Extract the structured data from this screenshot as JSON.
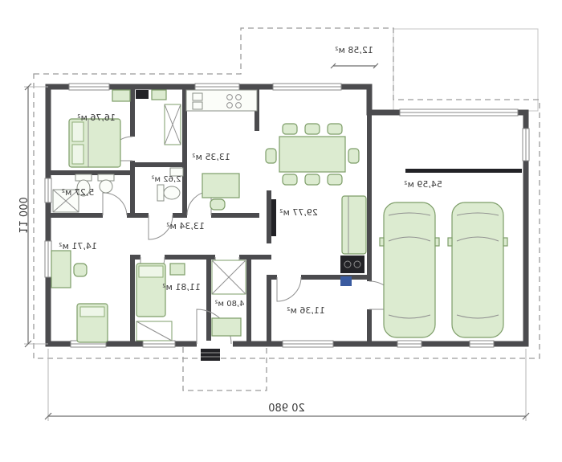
{
  "plan": {
    "kind": "house-floor-plan",
    "colors": {
      "wall": "#4b4b4e",
      "furniture_fill": "#dcebd0",
      "furniture_stroke": "#7d9d68",
      "equipment_blue": "#3a5ba0"
    },
    "rooms": [
      {
        "id": "bedroom-1",
        "label": "16,76 м²"
      },
      {
        "id": "bathroom",
        "label": "5,27 м²"
      },
      {
        "id": "wc",
        "label": "2,62 м²"
      },
      {
        "id": "kitchen",
        "label": "13,35 м²"
      },
      {
        "id": "hallway",
        "label": "13,34 м²"
      },
      {
        "id": "office",
        "label": "14,71 м²"
      },
      {
        "id": "bedroom-2",
        "label": "11,81 м²"
      },
      {
        "id": "wardrobe",
        "label": "4,80 м²"
      },
      {
        "id": "utility",
        "label": "11,36 м²"
      },
      {
        "id": "living-room",
        "label": "29,77 м²"
      },
      {
        "id": "garage",
        "label": "54,59 м²"
      },
      {
        "id": "terrace",
        "label": "12,58 м²"
      }
    ],
    "dimensions": {
      "overall_width": "20 980",
      "overall_height": "11 000"
    },
    "notes": {
      "text_rendering": "labels appear mirrored (horizontally flipped plan image)"
    }
  }
}
